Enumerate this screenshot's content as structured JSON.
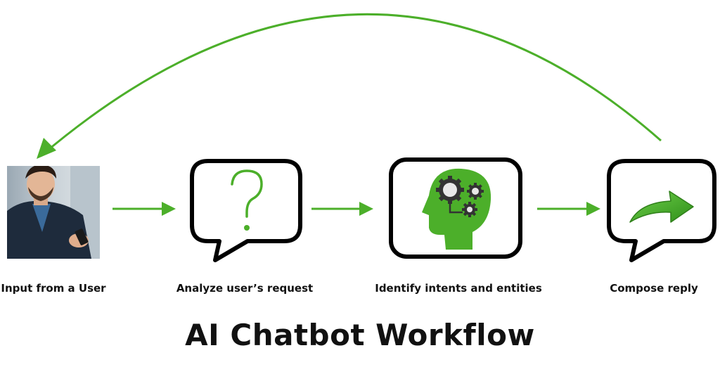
{
  "title": "AI Chatbot Workflow",
  "steps": [
    {
      "label": "Input from a User",
      "icon": "user-with-phone-photo"
    },
    {
      "label": "Analyze user’s request",
      "icon": "question-mark-icon"
    },
    {
      "label": "Identify intents and entities",
      "icon": "head-gears-icon"
    },
    {
      "label": "Compose reply",
      "icon": "reply-arrow-icon"
    }
  ],
  "colors": {
    "accent": "#4caf2a",
    "outline": "#000000",
    "text": "#111111"
  }
}
